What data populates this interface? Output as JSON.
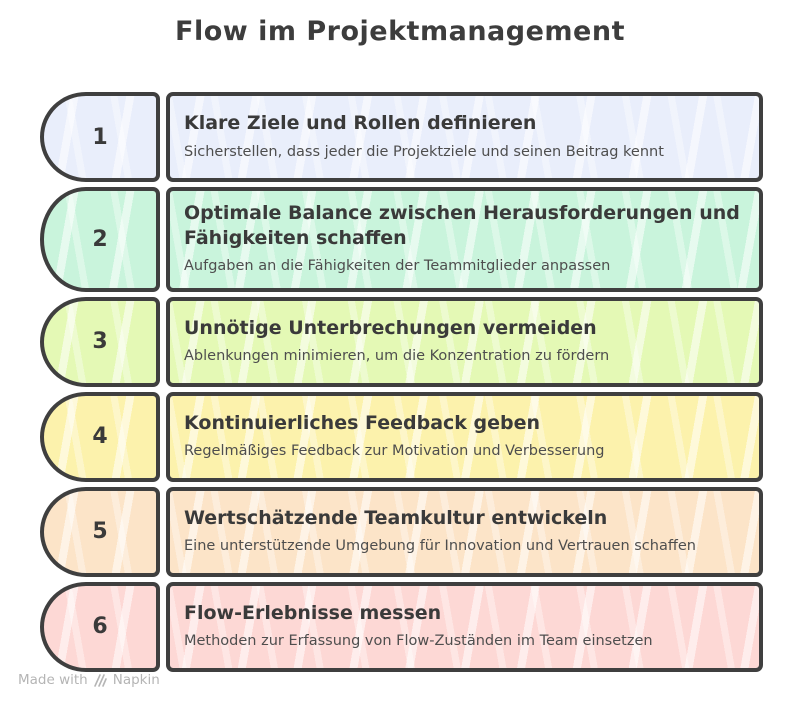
{
  "page": {
    "title": "Flow im Projektmanagement"
  },
  "steps": [
    {
      "number": "1",
      "title": "Klare Ziele und Rollen definieren",
      "description": "Sicherstellen, dass jeder die Projektziele und seinen Beitrag kennt",
      "color": "#e9eefb"
    },
    {
      "number": "2",
      "title": "Optimale Balance zwischen Herausforderungen und Fähigkeiten schaffen",
      "description": "Aufgaben an die Fähigkeiten der Teammitglieder anpassen",
      "color": "#c9f4dc"
    },
    {
      "number": "3",
      "title": "Unnötige Unterbrechungen vermeiden",
      "description": "Ablenkungen minimieren, um die Konzentration zu fördern",
      "color": "#e4f9b5"
    },
    {
      "number": "4",
      "title": "Kontinuierliches Feedback geben",
      "description": "Regelmäßiges Feedback zur Motivation und Verbesserung",
      "color": "#fcf2ac"
    },
    {
      "number": "5",
      "title": "Wertschätzende Teamkultur entwickeln",
      "description": "Eine unterstützende Umgebung für Innovation und Vertrauen schaffen",
      "color": "#fce4c8"
    },
    {
      "number": "6",
      "title": "Flow-Erlebnisse messen",
      "description": "Methoden zur Erfassung von Flow-Zuständen im Team einsetzen",
      "color": "#fdd8d5"
    }
  ],
  "footer": {
    "made_with": "Made with",
    "brand": "Napkin"
  },
  "style": {
    "border_color": "#3f3f3f",
    "title_color": "#3d3d3d",
    "description_color": "#4e4e4e",
    "footer_color": "#b5b5b5"
  }
}
